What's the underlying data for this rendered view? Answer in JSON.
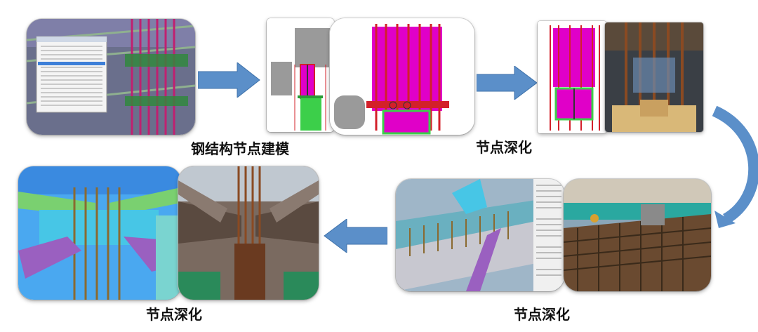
{
  "captions": {
    "step1": "钢结构节点建模",
    "step2": "节点深化",
    "step3": "节点深化",
    "step4": "节点深化"
  },
  "colors": {
    "arrow": "#5b8fc9",
    "arrow_dark": "#3f72aa",
    "steel_red": "#d3202a",
    "magenta": "#e000c8",
    "cyan": "#47c6e6",
    "rust": "#8a4a22"
  }
}
